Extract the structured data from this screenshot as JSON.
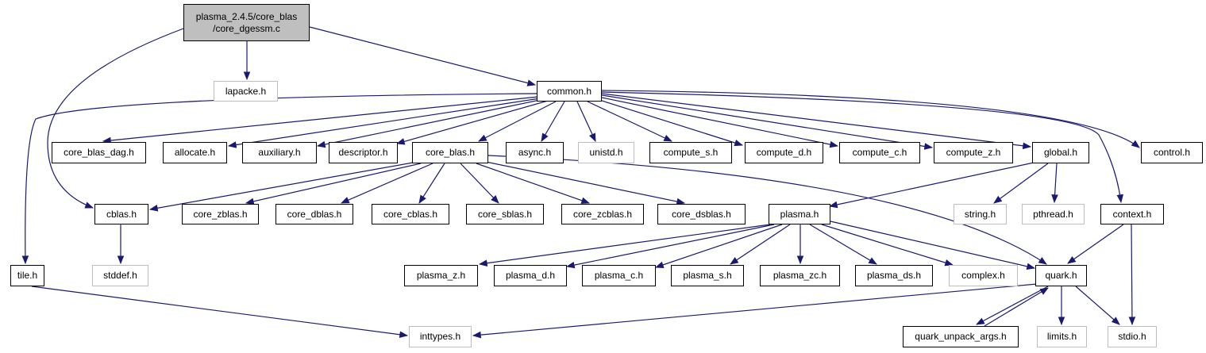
{
  "colors": {
    "edge": "#191970",
    "border": "#000000",
    "missing_border": "#bfbfbf",
    "root_fill": "#bfbfbf"
  },
  "nodes": {
    "root": "plasma_2.4.5/core_blas\n/core_dgessm.c",
    "lapacke": "lapacke.h",
    "common": "common.h",
    "core_blas_dag": "core_blas_dag.h",
    "allocate": "allocate.h",
    "auxiliary": "auxiliary.h",
    "descriptor": "descriptor.h",
    "core_blas": "core_blas.h",
    "async": "async.h",
    "unistd": "unistd.h",
    "compute_s": "compute_s.h",
    "compute_d": "compute_d.h",
    "compute_c": "compute_c.h",
    "compute_z": "compute_z.h",
    "global": "global.h",
    "control": "control.h",
    "cblas": "cblas.h",
    "core_zblas": "core_zblas.h",
    "core_dblas": "core_dblas.h",
    "core_cblas": "core_cblas.h",
    "core_sblas": "core_sblas.h",
    "core_zcblas": "core_zcblas.h",
    "core_dsblas": "core_dsblas.h",
    "plasma": "plasma.h",
    "string": "string.h",
    "pthread": "pthread.h",
    "context": "context.h",
    "tile": "tile.h",
    "stddef": "stddef.h",
    "plasma_z": "plasma_z.h",
    "plasma_d": "plasma_d.h",
    "plasma_c": "plasma_c.h",
    "plasma_s": "plasma_s.h",
    "plasma_zc": "plasma_zc.h",
    "plasma_ds": "plasma_ds.h",
    "complex": "complex.h",
    "quark": "quark.h",
    "quark_unpack_args": "quark_unpack_args.h",
    "limits": "limits.h",
    "stdio": "stdio.h",
    "inttypes": "inttypes.h"
  }
}
